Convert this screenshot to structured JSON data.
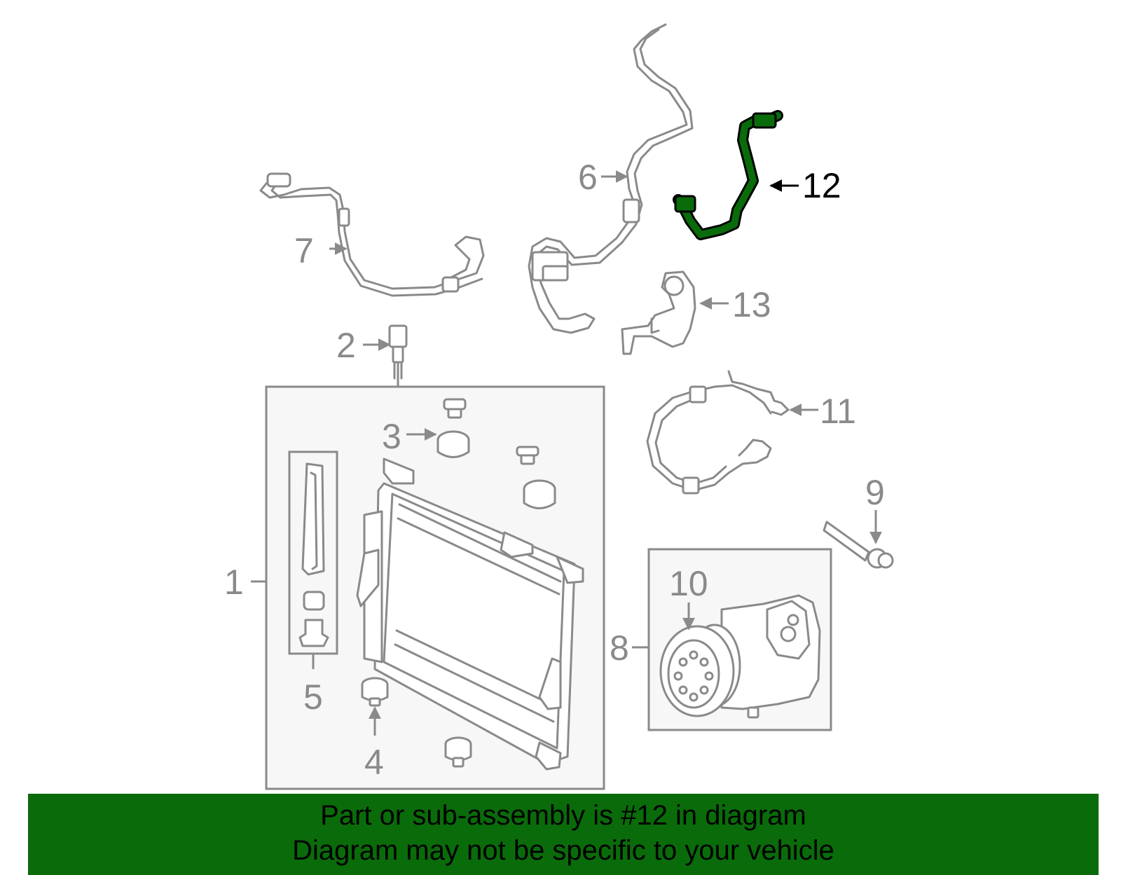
{
  "colors": {
    "part_outline": "#8a8a8a",
    "highlight_part": "#0a6b0a",
    "highlight_label": "#000000",
    "panel_bg": "#f7f7f7",
    "banner_bg": "#0a6b0a"
  },
  "highlighted_part": "12",
  "labels": {
    "p1": "1",
    "p2": "2",
    "p3": "3",
    "p4": "4",
    "p5": "5",
    "p6": "6",
    "p7": "7",
    "p8": "8",
    "p9": "9",
    "p10": "10",
    "p11": "11",
    "p12": "12",
    "p13": "13"
  },
  "banner": {
    "line1": "Part or sub-assembly is #12 in diagram",
    "line2": "Diagram may not be specific to your vehicle"
  }
}
